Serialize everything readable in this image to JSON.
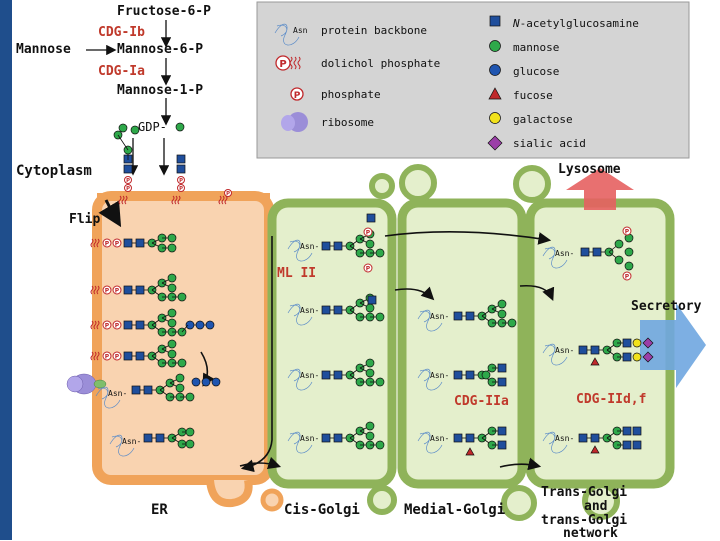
{
  "pathway": {
    "fructose6p": "Fructose-6-P",
    "cdg_ib": "CDG-Ib",
    "mannose": "Mannose",
    "mannose6p": "Mannose-6-P",
    "cdg_ia": "CDG-Ia",
    "mannose1p": "Mannose-1-P",
    "gdp": "GDP-"
  },
  "legend": {
    "protein_backbone": "protein backbone",
    "dolichol_phosphate": "dolichol phosphate",
    "phosphate": "phosphate",
    "ribosome": "ribosome",
    "n_acetylglucosamine_prefix": "N",
    "n_acetylglucosamine": "-acetylglucosamine",
    "mannose": "mannose",
    "glucose": "glucose",
    "fucose": "fucose",
    "galactose": "galactose",
    "sialic_acid": "sialic acid",
    "asn": "Asn",
    "p": "P"
  },
  "labels": {
    "cytoplasm": "Cytoplasm",
    "flip": "Flip",
    "lysosome": "Lysosome",
    "secretory": "Secretory",
    "ml2": "ML II",
    "cdg_iia": "CDG-IIa",
    "cdg_iidf": "CDG-IId,f",
    "asn": "Asn",
    "p": "P"
  },
  "compartments": {
    "er": "ER",
    "cis_golgi": "Cis-Golgi",
    "medial_golgi": "Medial-Golgi",
    "trans_golgi_1": "Trans-Golgi",
    "trans_golgi_2": "and",
    "trans_golgi_3": "trans-Golgi",
    "trans_golgi_4": "network"
  },
  "colors": {
    "left_bar": "#1f4e8c",
    "er_fill": "#f9d3b0",
    "er_border": "#f0a35a",
    "golgi_fill": "#e4efcc",
    "golgi_border": "#8fb35a",
    "glcnac": "#1f4e9c",
    "mannose": "#2ea84a",
    "glucose": "#1f55b0",
    "fucose": "#c0282b",
    "galactose": "#f2e21b",
    "sialic": "#9b3ea8",
    "legend_bg": "#d4d4d4",
    "red_text": "#c0392b",
    "lysosome_arrow": "#e66060",
    "secretory_arrow": "#6fa6e0"
  }
}
